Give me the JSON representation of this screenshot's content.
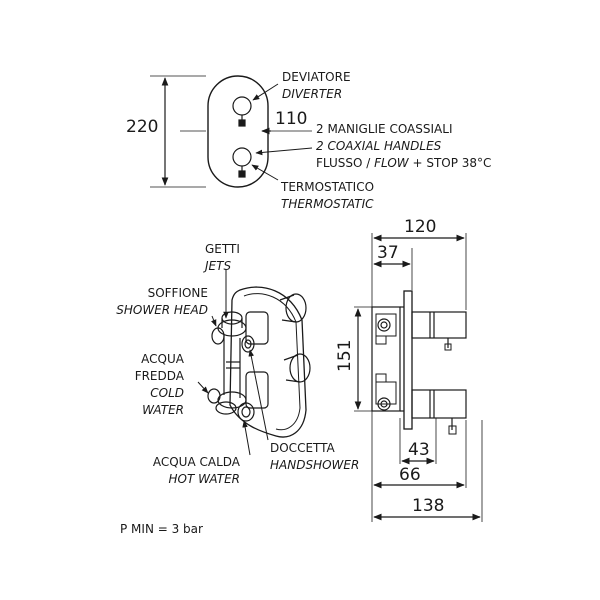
{
  "front_view": {
    "dim_height": "220",
    "dim_depth": "110",
    "diverter": {
      "it": "DEVIATORE",
      "en": "DIVERTER"
    },
    "handles": {
      "line1": "2 MANIGLIE COASSIALI",
      "line2": "2 COAXIAL HANDLES",
      "line3_a": "FLUSSO / ",
      "line3_b": "FLOW",
      "line3_c": " + STOP 38°C"
    },
    "thermostatic": {
      "it": "TERMOSTATICO",
      "en": "THERMOSTATIC"
    }
  },
  "iso_view": {
    "jets": {
      "it": "GETTI",
      "en": "JETS"
    },
    "shower_head": {
      "it": "SOFFIONE",
      "en": "SHOWER HEAD"
    },
    "cold_water": {
      "it1": "ACQUA",
      "it2": "FREDDA",
      "en1": "COLD",
      "en2": "WATER"
    },
    "handshower": {
      "it": "DOCCETTA",
      "en": "HANDSHOWER"
    },
    "hot_water": {
      "it": "ACQUA CALDA",
      "en": "HOT WATER"
    }
  },
  "side_view": {
    "dim_total_depth": "120",
    "dim_37": "37",
    "dim_151": "151",
    "dim_43": "43",
    "dim_66": "66",
    "dim_138": "138"
  },
  "note": "P MIN = 3 bar"
}
